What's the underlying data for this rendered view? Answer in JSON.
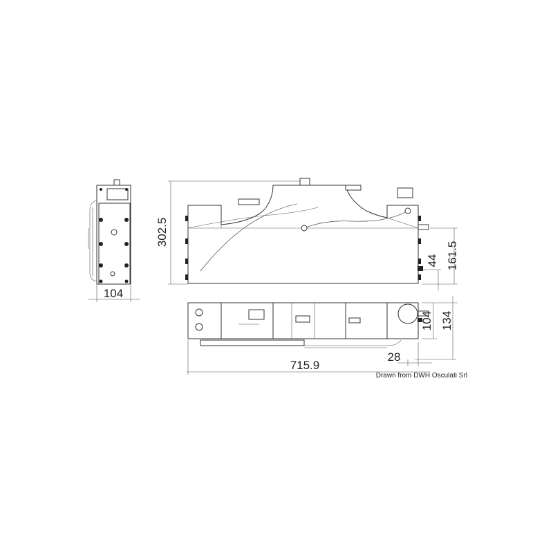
{
  "dimensions": {
    "side_width": "104",
    "height": "302.5",
    "outlet_height": "161.5",
    "drain_height": "44",
    "top_depth": "104",
    "top_depth_total": "134",
    "length": "715.9",
    "offset": "28"
  },
  "credit": "Drawn from DWH Osculati Srl",
  "colors": {
    "line": "#333333",
    "background": "#ffffff"
  }
}
